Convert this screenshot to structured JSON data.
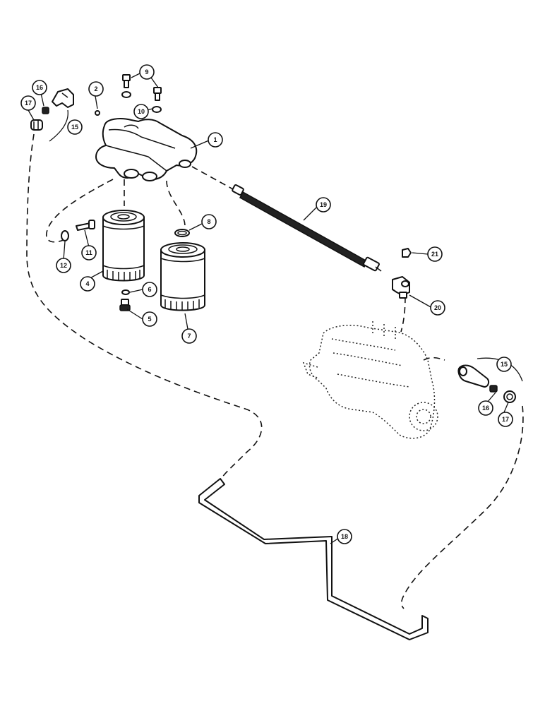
{
  "diagram": {
    "parts": [
      {
        "id": "filter_head",
        "number": "1"
      },
      {
        "id": "plug_2",
        "number": "2"
      },
      {
        "id": "filter_4",
        "number": "4"
      },
      {
        "id": "drain_plug_5",
        "number": "5"
      },
      {
        "id": "washer_6",
        "number": "6"
      },
      {
        "id": "filter_7",
        "number": "7"
      },
      {
        "id": "o_ring_8",
        "number": "8"
      },
      {
        "id": "screw_9",
        "number": "9"
      },
      {
        "id": "washer_10",
        "number": "10"
      },
      {
        "id": "bolt_11",
        "number": "11"
      },
      {
        "id": "washer_12",
        "number": "12"
      },
      {
        "id": "fitting_15_left",
        "number": "15"
      },
      {
        "id": "sleeve_16_left",
        "number": "16"
      },
      {
        "id": "nut_17_left",
        "number": "17"
      },
      {
        "id": "fitting_15_right",
        "number": "15"
      },
      {
        "id": "sleeve_16_right",
        "number": "16"
      },
      {
        "id": "nut_17_right",
        "number": "17"
      },
      {
        "id": "fuel_line_18",
        "number": "18"
      },
      {
        "id": "hose_19",
        "number": "19"
      },
      {
        "id": "elbow_20",
        "number": "20"
      },
      {
        "id": "cap_21",
        "number": "21"
      }
    ]
  }
}
